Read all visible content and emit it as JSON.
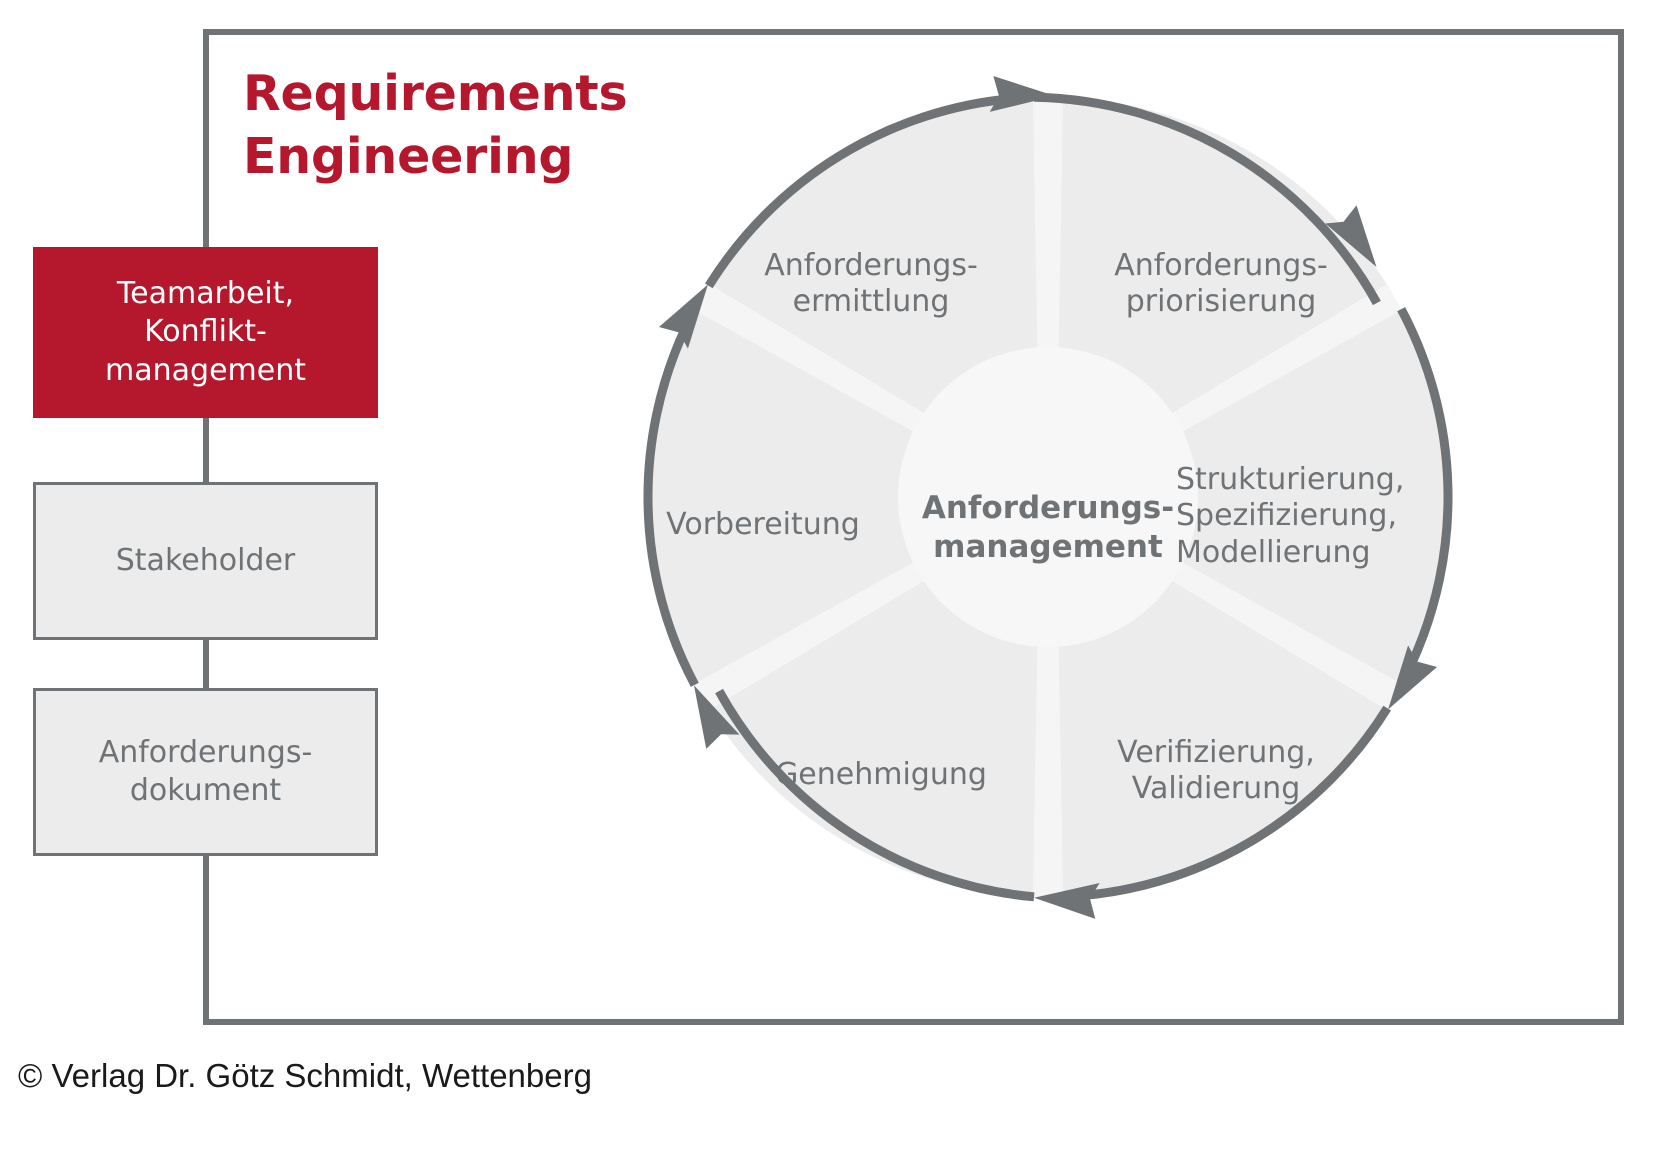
{
  "figure": {
    "title": "Requirements\nEngineering",
    "title_color": "#b5172d",
    "frame_color": "#6f7376",
    "copyright": "© Verlag Dr. Götz Schmidt, Wettenberg"
  },
  "left_column": {
    "boxes": [
      {
        "label": "Teamarbeit,\nKonflikt-\nmanagement",
        "style": "highlight",
        "fill": "#b5172d",
        "text_color": "#ffffff"
      },
      {
        "label": "Stakeholder",
        "style": "normal",
        "fill": "#ececec",
        "text_color": "#6f7376"
      },
      {
        "label": "Anforderungs-\ndokument",
        "style": "normal",
        "fill": "#ececec",
        "text_color": "#6f7376"
      }
    ]
  },
  "wheel": {
    "hub_label": "Anforderungs-\nmanagement",
    "hub_fill": "#f7f7f7",
    "segment_fill": "#ececec",
    "gap_fill": "#f5f5f5",
    "ring_color": "#6f7376",
    "direction": "clockwise",
    "segments": [
      {
        "id": "vorbereitung",
        "label": "Vorbereitung"
      },
      {
        "id": "ermittlung",
        "label": "Anforderungs-\nermittlung"
      },
      {
        "id": "priorisierung",
        "label": "Anforderungs-\npriorisierung"
      },
      {
        "id": "strukturierung",
        "label": "Strukturierung,\nSpezifizierung,\nModellierung"
      },
      {
        "id": "verifizierung",
        "label": "Verifizierung,\nValidierung"
      },
      {
        "id": "genehmigung",
        "label": "Genehmigung"
      }
    ]
  }
}
